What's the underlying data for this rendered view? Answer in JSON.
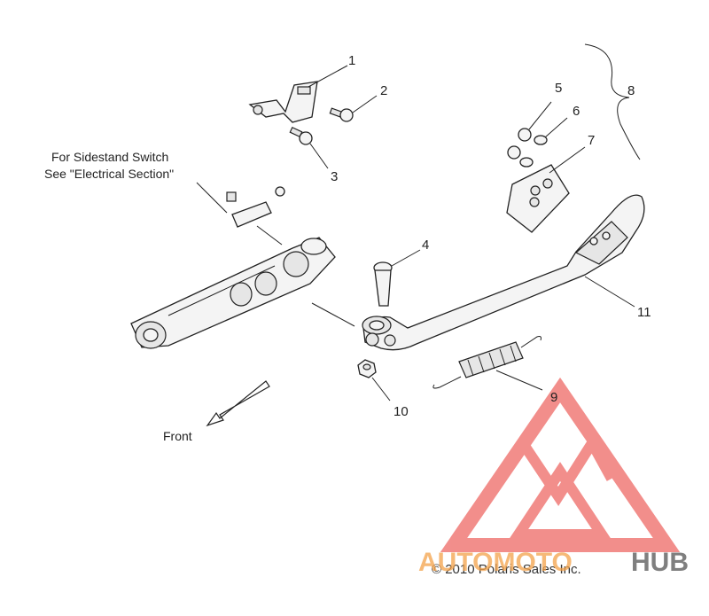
{
  "callouts": [
    {
      "id": "1",
      "text": "1"
    },
    {
      "id": "2",
      "text": "2"
    },
    {
      "id": "3",
      "text": "3"
    },
    {
      "id": "4",
      "text": "4"
    },
    {
      "id": "5",
      "text": "5"
    },
    {
      "id": "6",
      "text": "6"
    },
    {
      "id": "7",
      "text": "7"
    },
    {
      "id": "8",
      "text": "8"
    },
    {
      "id": "9",
      "text": "9"
    },
    {
      "id": "10",
      "text": "10"
    },
    {
      "id": "11",
      "text": "11"
    }
  ],
  "note": {
    "line1": "For Sidestand Switch",
    "line2": "See \"Electrical Section\""
  },
  "direction_label": "Front",
  "copyright": "© 2010 Polaris Sales Inc.",
  "watermark": {
    "part1": "AUTOMOTO",
    "part2": "HUB",
    "color_red": "#e8332e",
    "color_orange": "#f3a24a",
    "color_dark": "#555555"
  }
}
